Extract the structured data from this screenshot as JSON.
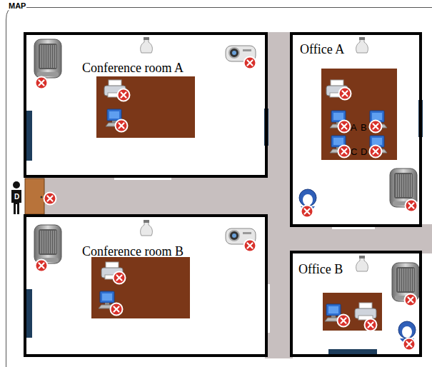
{
  "diagram": {
    "title": "MAP",
    "nodes": [
      {
        "text": [
          "Conference room A"
        ]
      },
      {
        "text": [
          "Office A"
        ]
      },
      {
        "text": [
          "Conference room B"
        ]
      },
      {
        "text": [
          "Office B"
        ]
      }
    ],
    "labels": [
      "D",
      "A",
      "B",
      "C",
      "D"
    ]
  }
}
